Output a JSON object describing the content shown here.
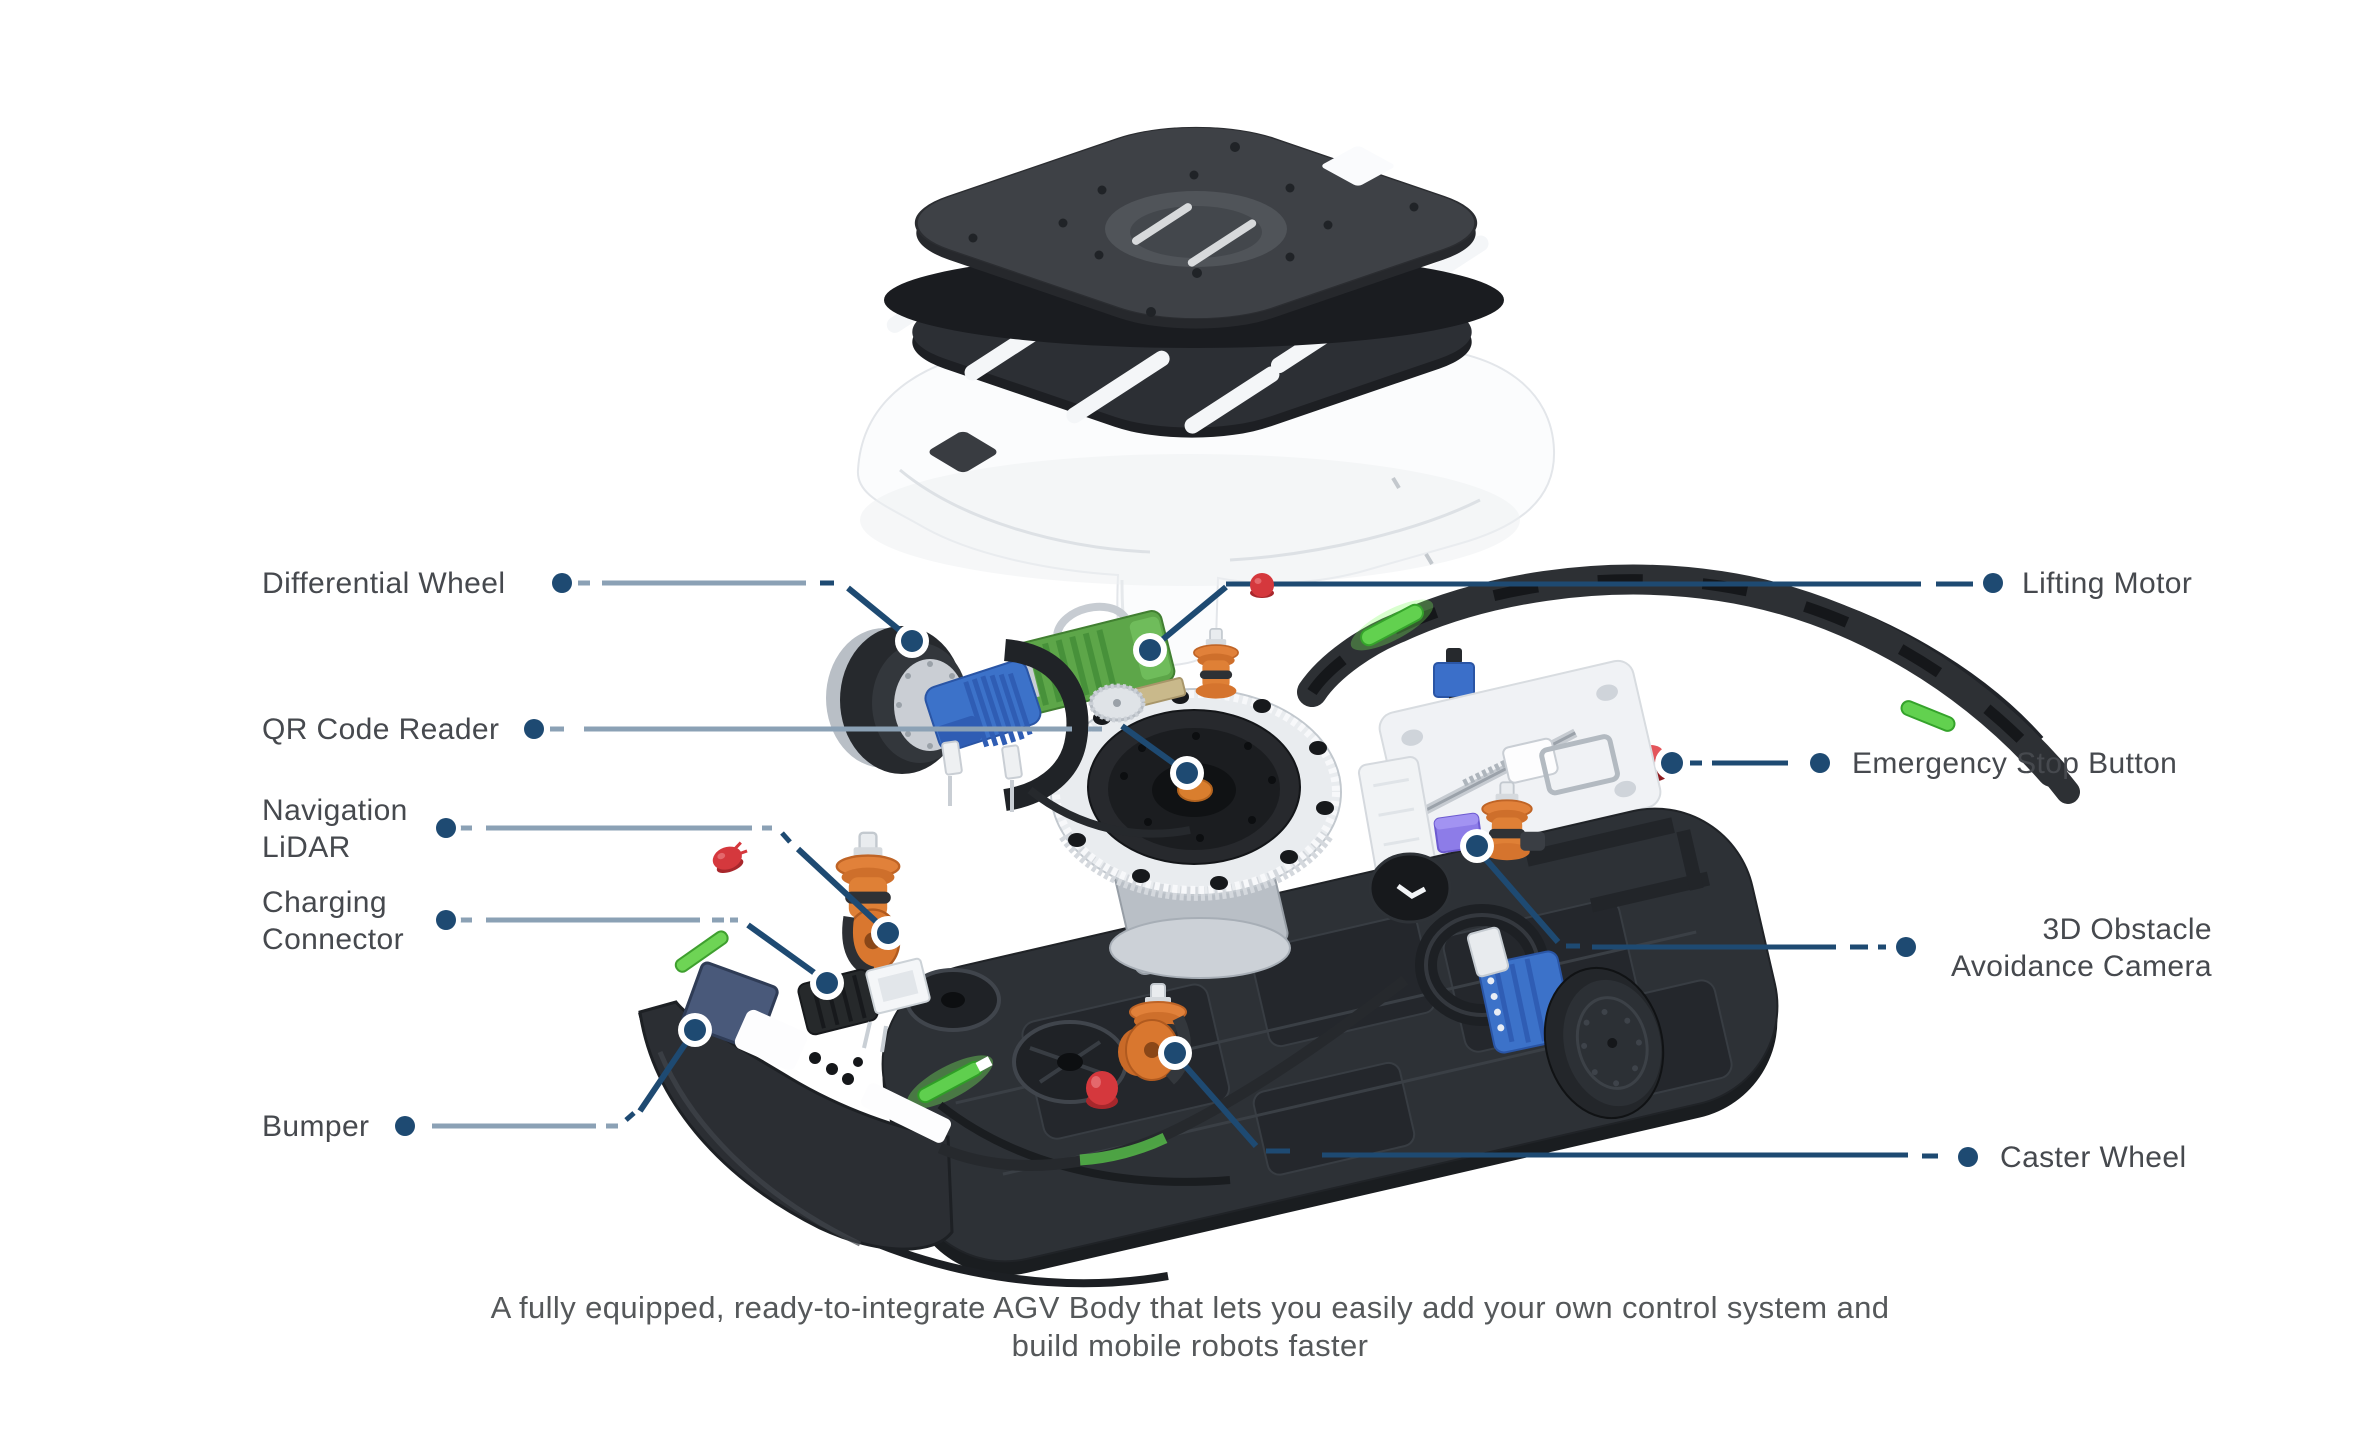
{
  "colors": {
    "accent_navy": "#1e4a72",
    "leader_light": "#8ba1b5",
    "label_text": "#46494e",
    "caption_text": "#55585a",
    "bg": "#ffffff"
  },
  "part_palette": {
    "plate_dark": "#3e4146",
    "chassis_black": "#2d3136",
    "shell_white": "#fbfcfd",
    "motor_green": "#5da649",
    "suspension_orange": "#df8036",
    "wheel_blue": "#3c72c9",
    "estop_red": "#d5383d",
    "camera_purple": "#8d7ce8"
  },
  "labels": {
    "differential_wheel": {
      "text": "Differential Wheel"
    },
    "qr_code_reader": {
      "text": "QR Code Reader"
    },
    "navigation_lidar": {
      "line1": "Navigation",
      "line2": "LiDAR"
    },
    "charging_connector": {
      "line1": "Charging",
      "line2": "Connector"
    },
    "bumper": {
      "text": "Bumper"
    },
    "lifting_motor": {
      "text": "Lifting Motor"
    },
    "emergency_stop_button": {
      "text": "Emergency Stop Button"
    },
    "obstacle_camera": {
      "line1": "3D Obstacle",
      "line2": "Avoidance Camera"
    },
    "caster_wheel": {
      "text": "Caster Wheel"
    }
  },
  "caption": {
    "line1": "A fully equipped, ready-to-integrate AGV Body that lets you easily add your own control system and",
    "line2": "build mobile robots faster"
  }
}
